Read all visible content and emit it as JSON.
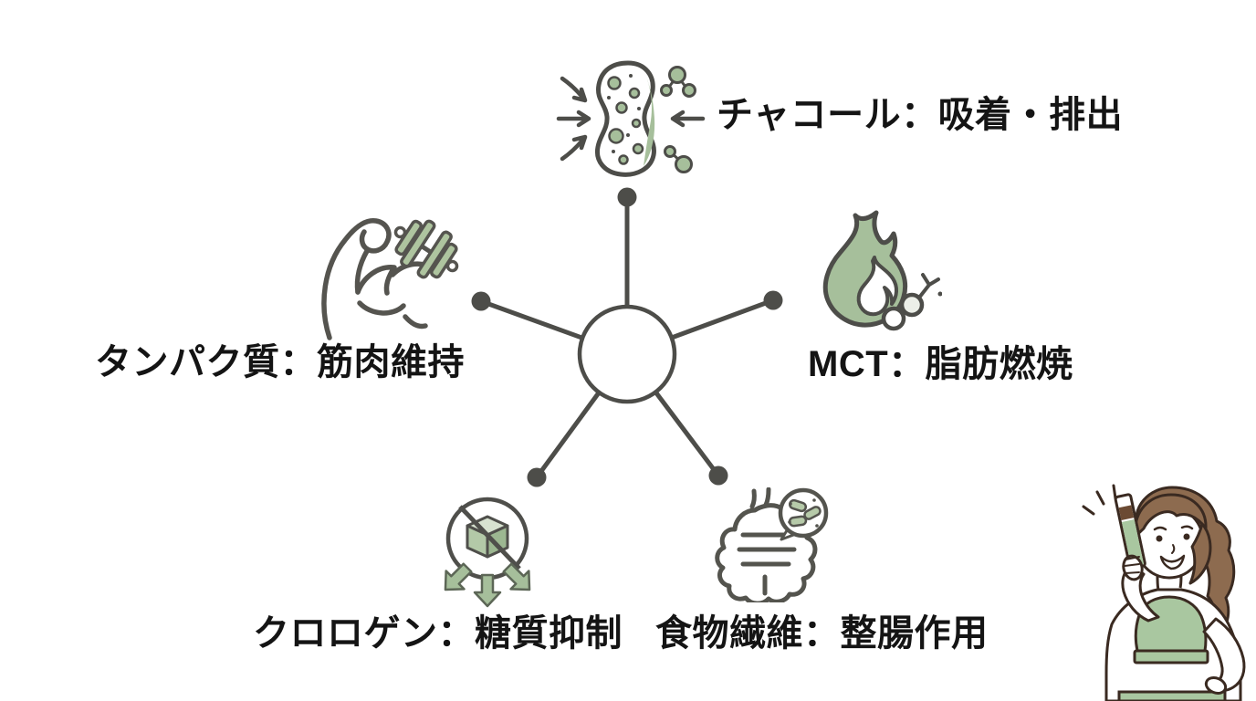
{
  "background": "#ffffff",
  "colors": {
    "line": "#4d4d49",
    "text": "#141414",
    "green": "#a6bf9b",
    "green_light": "#d8e3d1",
    "green_dark": "#9cb791",
    "molecule_gray": "#ecefe8",
    "hair_brown": "#8d6b4f",
    "outline_brown": "#3a2a21",
    "stick_band_brown": "#6b4a33"
  },
  "diagram": {
    "hub_icon": "hub-circle",
    "nodes": [
      {
        "position": "top",
        "label": "チャコール：吸着・排出",
        "icon": "charcoal-adsorption-icon"
      },
      {
        "position": "right",
        "label": "MCT：脂肪燃焼",
        "icon": "fat-burning-flame-icon"
      },
      {
        "position": "left",
        "label": "タンパク質：筋肉維持",
        "icon": "muscle-dumbbell-icon"
      },
      {
        "position": "bottom-left",
        "label": "クロロゲン：糖質抑制",
        "icon": "no-sugar-cube-icon"
      },
      {
        "position": "bottom-right",
        "label": "食物繊維：整腸作用",
        "icon": "intestine-bacteria-icon"
      }
    ]
  },
  "illustration": {
    "icon": "woman-holding-supplement-stick"
  }
}
